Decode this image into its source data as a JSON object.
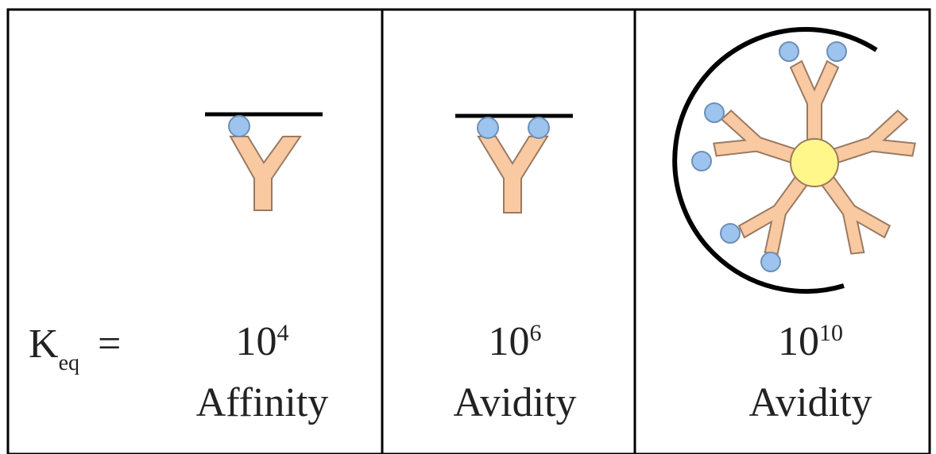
{
  "keq": {
    "K": "K",
    "sub": "eq",
    "equals": "="
  },
  "panels": [
    {
      "base": "10",
      "exponent": "4",
      "label": "Affinity"
    },
    {
      "base": "10",
      "exponent": "6",
      "label": "Avidity"
    },
    {
      "base": "10",
      "exponent": "10",
      "label": "Avidity"
    }
  ],
  "colors": {
    "antibody": "#F9C9A1",
    "antibody_outline": "#9a7a62",
    "binding_site": "#9CC4EE",
    "binding_site_outline": "#6f8fb6",
    "core": "#FFF78A",
    "border": "#000000"
  }
}
